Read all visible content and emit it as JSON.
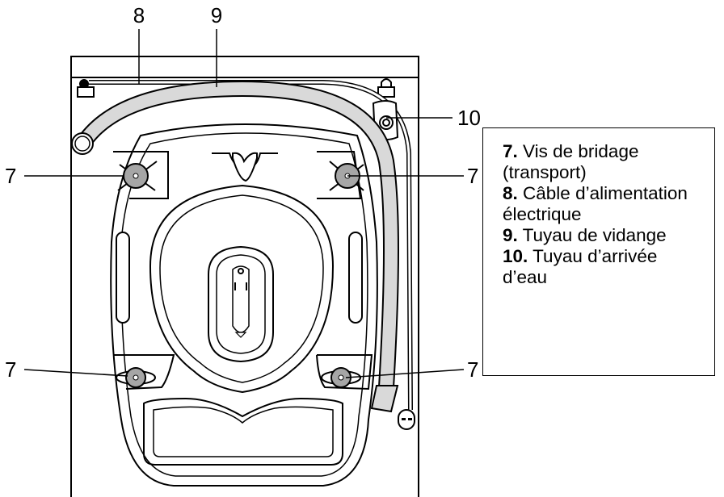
{
  "callouts": {
    "power_cable": "8",
    "drain_hose": "9",
    "inlet_hose": "10",
    "bolt_top_left": "7",
    "bolt_top_right": "7",
    "bolt_bottom_left": "7",
    "bolt_bottom_right": "7"
  },
  "legend": {
    "items": [
      {
        "number": "7.",
        "text": "Vis de bridage (transport)"
      },
      {
        "number": "8.",
        "text": "Câble d’alimentation électrique"
      },
      {
        "number": "9.",
        "text": "Tuyau de vidange"
      },
      {
        "number": "10.",
        "text": "Tuyau d’arrivée d’eau"
      }
    ]
  },
  "colors": {
    "outline": "#000000",
    "hose_fill": "#d9d9d9",
    "bolt_fill": "#a6a6a6",
    "background": "#ffffff"
  }
}
